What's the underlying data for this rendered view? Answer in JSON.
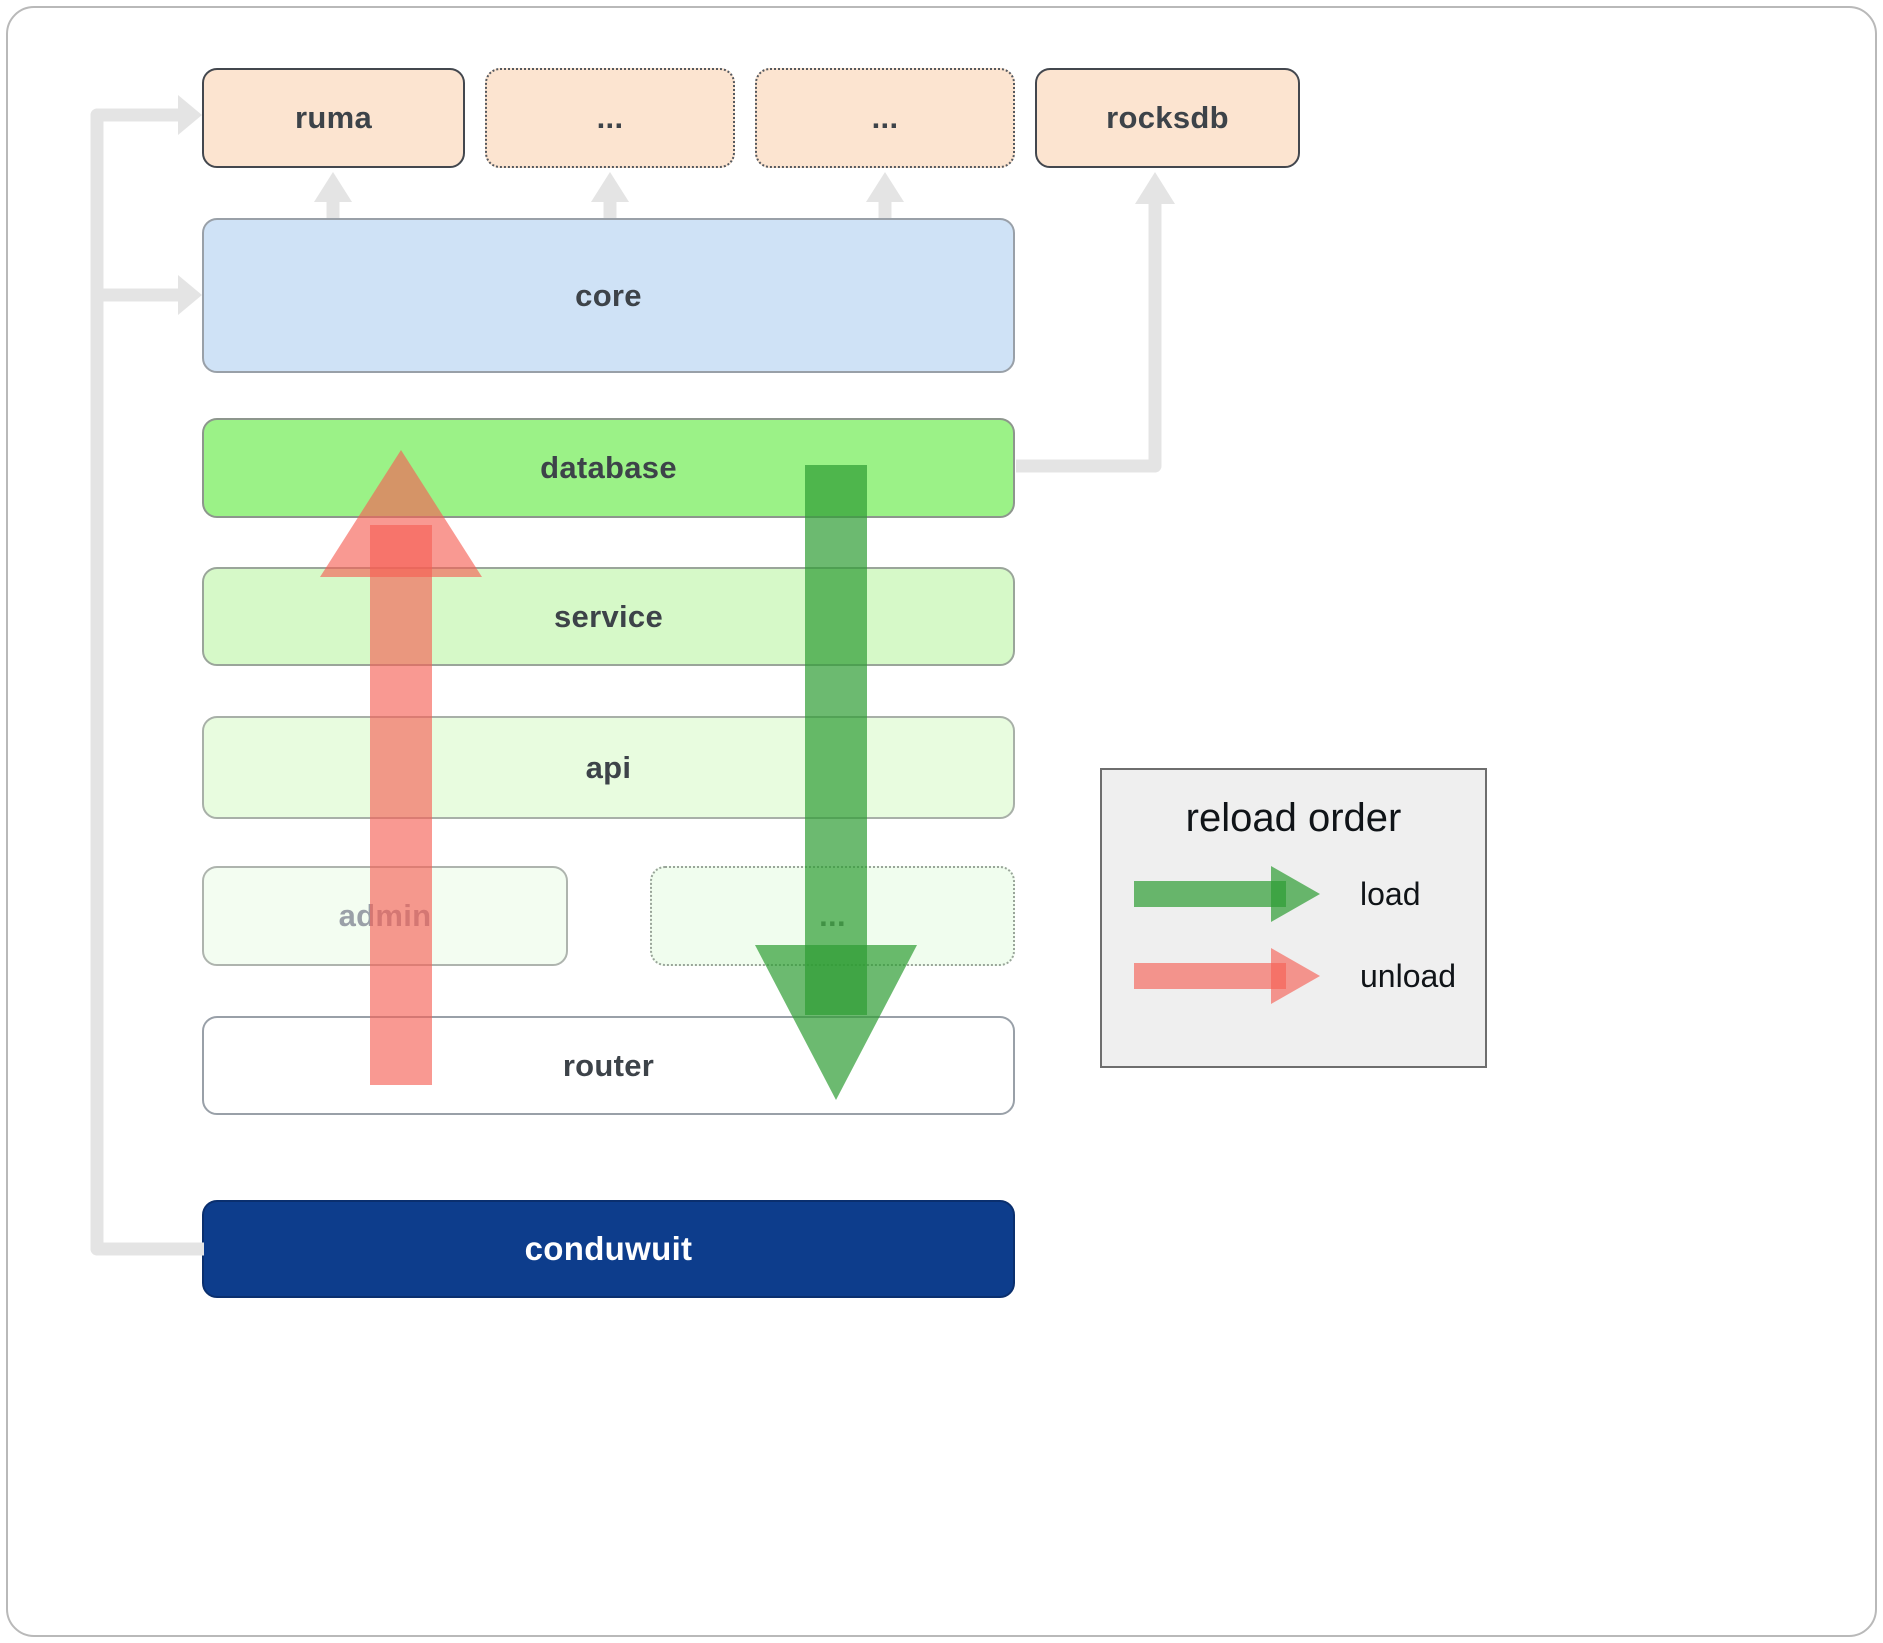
{
  "nodes": {
    "ruma": "ruma",
    "ellipsis_top_1": "...",
    "ellipsis_top_2": "...",
    "rocksdb": "rocksdb",
    "core": "core",
    "database": "database",
    "service": "service",
    "api": "api",
    "admin": "admin",
    "ellipsis_mid": "...",
    "router": "router",
    "conduwuit": "conduwuit"
  },
  "legend": {
    "title": "reload order",
    "load_label": "load",
    "unload_label": "unload"
  },
  "colors": {
    "peach_fill": "#fce4d0",
    "core_fill": "#cfe2f6",
    "database_fill": "#9bf287",
    "service_fill": "#d6f9c8",
    "api_fill": "#e8fcdf",
    "admin_fill": "#f3fdf1",
    "ellipsis_fill": "#f0fdee",
    "router_fill": "#ffffff",
    "conduwuit_fill": "#0d3d8c",
    "connector_gray": "#e4e4e4",
    "load_green": "#2e9d33",
    "unload_red": "#f56055",
    "legend_bg": "#efefef",
    "label_color": "#3d4349",
    "muted_label": "#9aa0a8"
  }
}
